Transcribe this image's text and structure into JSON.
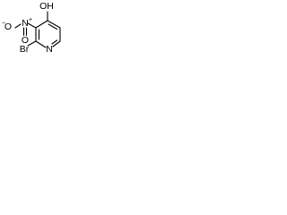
{
  "molecule": {
    "labels": {
      "hydroxyl": "OH",
      "nitro_o_left": "O",
      "nitro_o_left_charge": "−",
      "nitro_n": "N",
      "nitro_n_charge": "+",
      "nitro_o_bottom": "O",
      "bromo": "Br",
      "ring_n": "N"
    },
    "colors": {
      "bond": "#000000",
      "text": "#000000",
      "background": "#ffffff"
    }
  }
}
